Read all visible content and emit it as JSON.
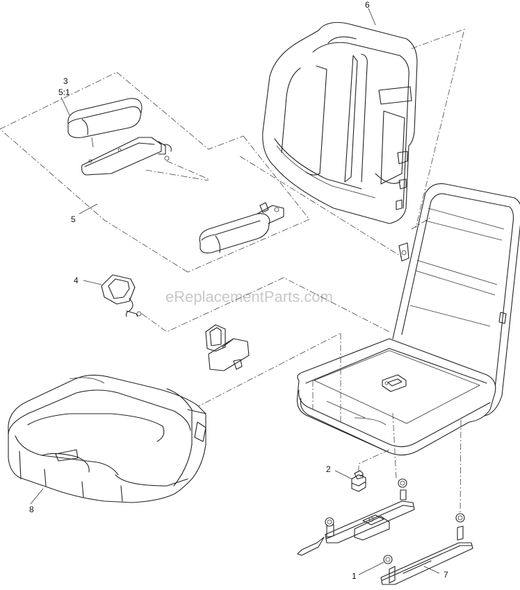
{
  "diagram": {
    "watermark": "eReplacementParts.com",
    "callouts": {
      "c1": "1",
      "c2": "2",
      "c3": "3",
      "c3_ratio": "5:1",
      "c4": "4",
      "c5": "5",
      "c6": "6",
      "c7": "7",
      "c8": "8"
    },
    "parts": [
      "seat-back-cushion",
      "armrest-pad",
      "armrest-bracket",
      "armrest-assembly",
      "seat-switch-connector",
      "seat-belt-buckle",
      "seat-bottom-cushion",
      "seat-frame",
      "seat-switch",
      "slide-rail-left",
      "slide-rail-right"
    ]
  }
}
